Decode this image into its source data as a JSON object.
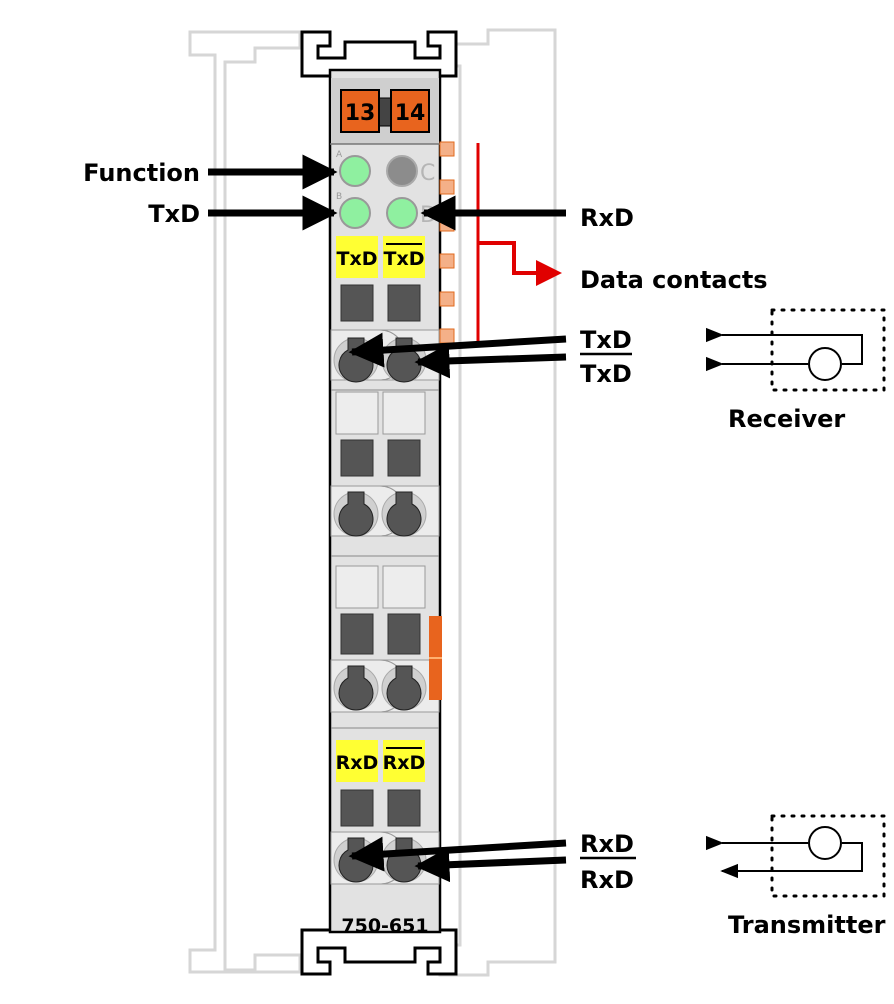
{
  "module": {
    "terminal_left": "13",
    "terminal_right": "14",
    "led_letter_a": "A",
    "led_letter_b": "B",
    "led_letter_c": "C",
    "led_letter_d": "D",
    "txd_tag": "TxD",
    "txd_bar_tag": "TxD",
    "rxd_tag": "RxD",
    "rxd_bar_tag": "RxD",
    "part_number": "750-651"
  },
  "callouts": {
    "function": "Function",
    "txd_led": "TxD",
    "rxd_led": "RxD",
    "data_contacts": "Data contacts",
    "txd_pair_top": "TxD",
    "txd_pair_bottom": "TxD",
    "rxd_pair_top": "RxD",
    "rxd_pair_bottom": "RxD"
  },
  "devices": {
    "receiver": "Receiver",
    "transmitter": "Transmitter"
  },
  "colors": {
    "led_on": "#8ff0a0",
    "led_off": "#8c8c8c",
    "terminal_orange": "#e8641e",
    "tag_yellow": "#ffff33",
    "contact_red": "#e00000",
    "housing": "#e2e2e2"
  }
}
